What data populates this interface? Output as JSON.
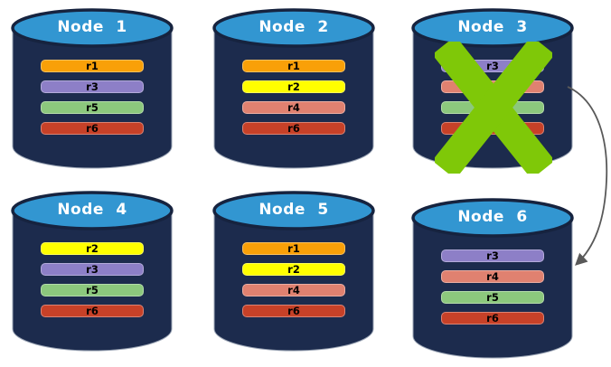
{
  "nodes": [
    {
      "name": "Node 1",
      "failed": false,
      "bars": [
        {
          "label": "r1",
          "color": "#F9A008"
        },
        {
          "label": "r3",
          "color": "#8D7FC7"
        },
        {
          "label": "r5",
          "color": "#8CC87D"
        },
        {
          "label": "r6",
          "color": "#C74128"
        }
      ]
    },
    {
      "name": "Node 2",
      "failed": false,
      "bars": [
        {
          "label": "r1",
          "color": "#F9A008"
        },
        {
          "label": "r2",
          "color": "#FFFF00"
        },
        {
          "label": "r4",
          "color": "#E08170"
        },
        {
          "label": "r6",
          "color": "#C74128"
        }
      ]
    },
    {
      "name": "Node 3",
      "failed": true,
      "bars": [
        {
          "label": "r3",
          "color": "#8D7FC7"
        },
        {
          "label": "r4",
          "color": "#E08170"
        },
        {
          "label": "r5",
          "color": "#8CC87D"
        },
        {
          "label": "r6",
          "color": "#C74128"
        }
      ]
    },
    {
      "name": "Node 4",
      "failed": false,
      "bars": [
        {
          "label": "r2",
          "color": "#FFFF00"
        },
        {
          "label": "r3",
          "color": "#8D7FC7"
        },
        {
          "label": "r5",
          "color": "#8CC87D"
        },
        {
          "label": "r6",
          "color": "#C74128"
        }
      ]
    },
    {
      "name": "Node 5",
      "failed": false,
      "bars": [
        {
          "label": "r1",
          "color": "#F9A008"
        },
        {
          "label": "r2",
          "color": "#FFFF00"
        },
        {
          "label": "r4",
          "color": "#E08170"
        },
        {
          "label": "r6",
          "color": "#C74128"
        }
      ]
    },
    {
      "name": "Node 6",
      "failed": false,
      "bars": [
        {
          "label": "r3",
          "color": "#8D7FC7"
        },
        {
          "label": "r4",
          "color": "#E08170"
        },
        {
          "label": "r5",
          "color": "#8CC87D"
        },
        {
          "label": "r6",
          "color": "#C74128"
        }
      ]
    }
  ],
  "colors": {
    "cylinder_body": "#1C2B4D",
    "cylinder_top": "#3296D1",
    "cylinder_top_stroke": "#16233F",
    "failure_x": "#7FC808",
    "arrow": "#595959"
  },
  "annotations": {
    "failure_x_on": "Node 3",
    "arrow_from": "Node 3",
    "arrow_to": "Node 6"
  }
}
